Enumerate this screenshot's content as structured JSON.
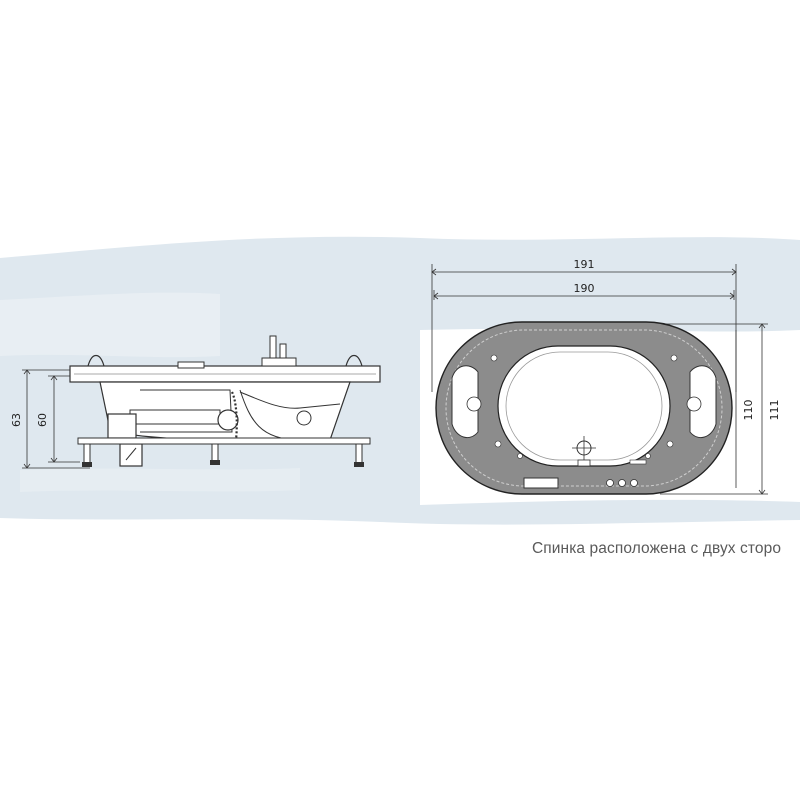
{
  "colors": {
    "background_wash": "#dfe8ef",
    "line": "#333333",
    "tub_fill": "#8c8c8c",
    "tub_rim": "#cfcfcf"
  },
  "dimensions": {
    "side": {
      "height_outer": "63",
      "height_inner": "60"
    },
    "top": {
      "length_outer": "191",
      "length_inner": "190",
      "width_inner": "110",
      "width_outer": "111"
    }
  },
  "caption": "Спинка расположена с двух сторо"
}
